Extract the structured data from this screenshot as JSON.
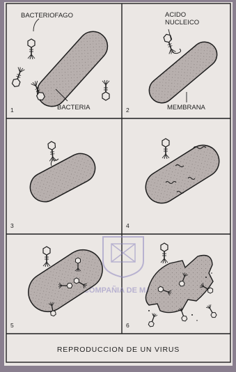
{
  "colors": {
    "page_background": "#8a7f8f",
    "paper": "#ebe7e4",
    "bacterium_fill": "#b8b0ae",
    "ink": "#1e1e1e",
    "watermark": "#8f88c0"
  },
  "panels": [
    {
      "number": "1",
      "labels": [
        "BACTERIOFAGO",
        "BACTERIA"
      ]
    },
    {
      "number": "2",
      "labels": [
        "ACIDO",
        "NUCLEICO",
        "MEMBRANA"
      ]
    },
    {
      "number": "3",
      "labels": []
    },
    {
      "number": "4",
      "labels": []
    },
    {
      "number": "5",
      "labels": []
    },
    {
      "number": "6",
      "labels": []
    }
  ],
  "caption": "REPRODUCCION DE UN VIRUS",
  "watermark": {
    "text": "COMPAÑIA DE MARIA"
  }
}
